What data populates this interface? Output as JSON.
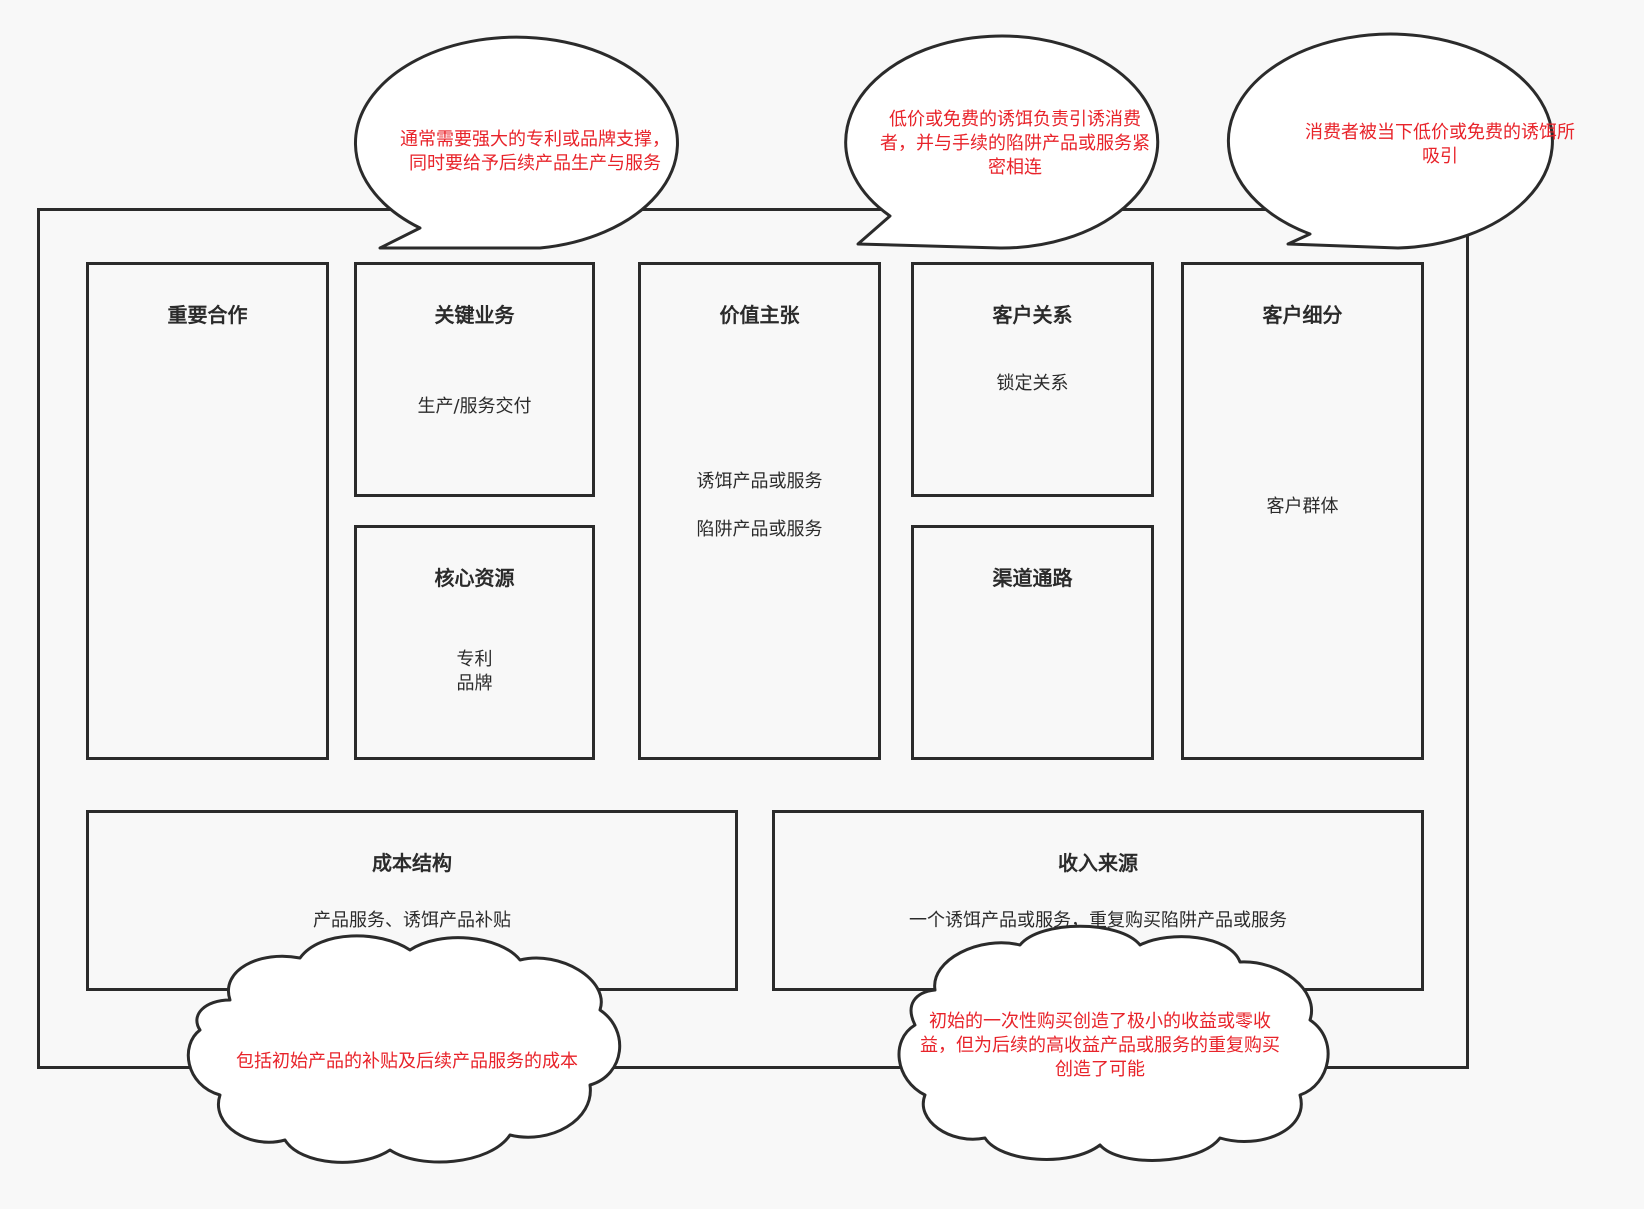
{
  "canvas": {
    "key_partners": {
      "title": "重要合作",
      "content": ""
    },
    "key_activities": {
      "title": "关键业务",
      "content": "生产/服务交付"
    },
    "key_resources": {
      "title": "核心资源",
      "content": "专利\n品牌"
    },
    "value_proposition": {
      "title": "价值主张",
      "content": "诱饵产品或服务\n\n陷阱产品或服务"
    },
    "customer_relationships": {
      "title": "客户关系",
      "content": "锁定关系"
    },
    "channels": {
      "title": "渠道通路",
      "content": ""
    },
    "customer_segments": {
      "title": "客户细分",
      "content": "客户群体"
    },
    "cost_structure": {
      "title": "成本结构",
      "content": "产品服务、诱饵产品补贴"
    },
    "revenue_streams": {
      "title": "收入来源",
      "content": "一个诱饵产品或服务，重复购买陷阱产品或服务"
    }
  },
  "annotations": {
    "key_activities_bubble": "通常需要强大的专利或品牌支撑，\n同时要给予后续产品生产与服务",
    "value_bubble": "低价或免费的诱饵负责引诱消费\n者，并与手续的陷阱产品或服务紧\n密相连",
    "segments_bubble": "消费者被当下低价或免费的诱饵所\n吸引",
    "cost_cloud": "包括初始产品的补贴及后续产品服务的成本",
    "revenue_cloud": "初始的一次性购买创造了极小的收益或零收\n益，但为后续的高收益产品或服务的重复购买\n创造了可能"
  },
  "colors": {
    "line": "#2b2b2b",
    "note_text": "#e8232a",
    "background": "#f8f8f8"
  }
}
